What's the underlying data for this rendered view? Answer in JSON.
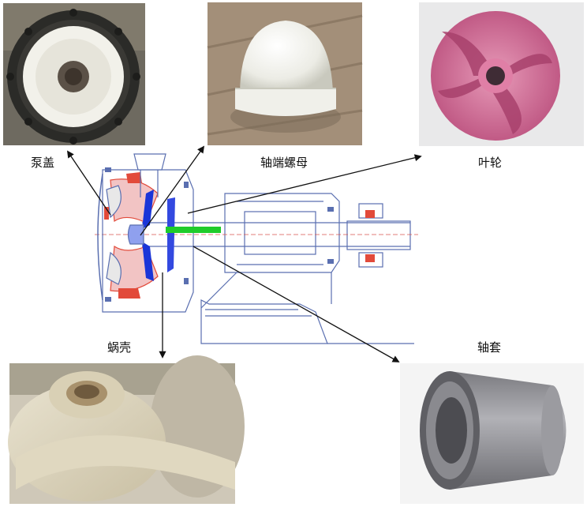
{
  "labels": {
    "pump_cover": "泵盖",
    "shaft_nut": "轴端螺母",
    "impeller": "叶轮",
    "volute": "蜗壳",
    "shaft_sleeve": "轴套"
  },
  "colors": {
    "drawing_line": "#5a6fb0",
    "drawing_red": "#e24a3a",
    "drawing_blue": "#1a35d8",
    "drawing_green": "#1fcc2a",
    "arrow": "#111111",
    "ceramic_white": "#f3f3ee",
    "impeller_pink": "#d66f98",
    "sleeve_gray": "#8d8d91"
  }
}
